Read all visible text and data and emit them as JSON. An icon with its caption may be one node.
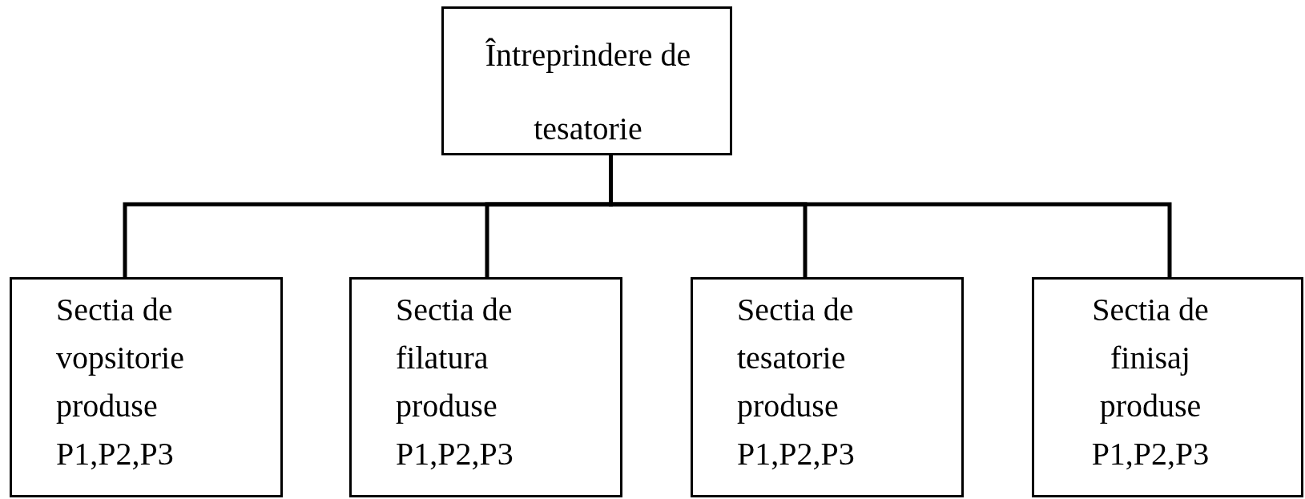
{
  "diagram": {
    "nodes": [
      {
        "text": [
          "Întreprindere de tesatorie"
        ]
      },
      {
        "text": [
          "Sectia de vopsitorie produse P1,P2,P3"
        ]
      },
      {
        "text": [
          "Sectia de filatura produse P1,P2,P3"
        ]
      },
      {
        "text": [
          "Sectia de tesatorie produse P1,P2,P3"
        ]
      },
      {
        "text": [
          "Sectia de finisaj produse P1,P2,P3"
        ]
      }
    ],
    "edges": [
      {
        "from": 0,
        "to": 1,
        "arrow": "none"
      },
      {
        "from": 0,
        "to": 2,
        "arrow": "none"
      },
      {
        "from": 0,
        "to": 3,
        "arrow": "none"
      },
      {
        "from": 0,
        "to": 4,
        "arrow": "none"
      }
    ]
  }
}
